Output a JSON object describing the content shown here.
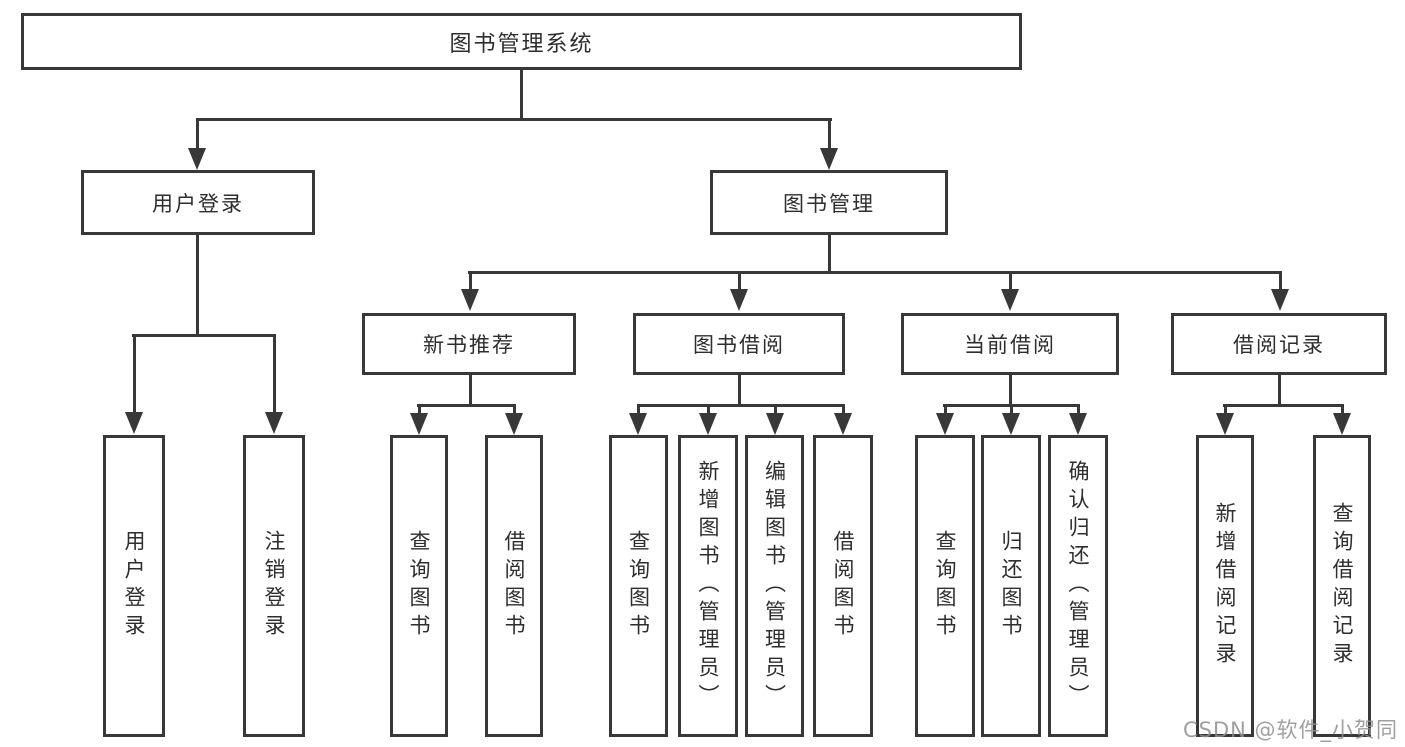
{
  "tree": {
    "root": {
      "label": "图书管理系统"
    },
    "branches": [
      {
        "label": "用户登录",
        "children": [
          {
            "label": "用户登录"
          },
          {
            "label": "注销登录"
          }
        ]
      },
      {
        "label": "图书管理",
        "children": [
          {
            "label": "新书推荐",
            "children": [
              {
                "label": "查询图书"
              },
              {
                "label": "借阅图书"
              }
            ]
          },
          {
            "label": "图书借阅",
            "children": [
              {
                "label": "查询图书"
              },
              {
                "label": "新增图书（管理员）"
              },
              {
                "label": "编辑图书（管理员）"
              },
              {
                "label": "借阅图书"
              }
            ]
          },
          {
            "label": "当前借阅",
            "children": [
              {
                "label": "查询图书"
              },
              {
                "label": "归还图书"
              },
              {
                "label": "确认归还（管理员）"
              }
            ]
          },
          {
            "label": "借阅记录",
            "children": [
              {
                "label": "新增借阅记录"
              },
              {
                "label": "查询借阅记录"
              }
            ]
          }
        ]
      }
    ]
  },
  "watermark": "CSDN @软件_小贺同学",
  "colors": {
    "line": "#383838",
    "box_border": "#383838",
    "box_fill": "#ffffff",
    "text": "#2e2e2e",
    "watermark": "#8f8f8f"
  }
}
